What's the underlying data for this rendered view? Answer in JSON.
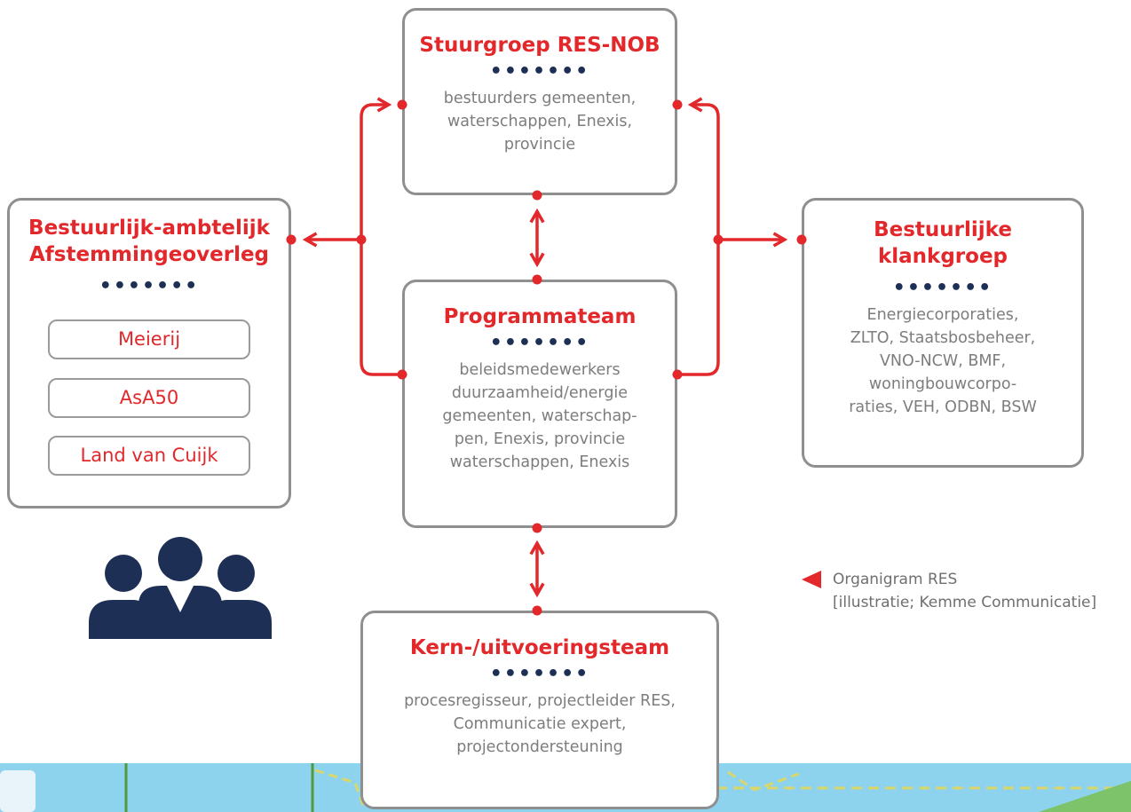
{
  "colors": {
    "accent": "#e2282b",
    "navy": "#1e2f56",
    "border": "#8f8f8f",
    "text": "#7d7d7d"
  },
  "stuurgroep": {
    "title": "Stuurgroep RES-NOB",
    "dots": "•••••••",
    "lines": [
      "bestuurders gemeenten,",
      "waterschappen, Enexis,",
      "provincie"
    ]
  },
  "afstemming": {
    "title_lines": [
      "Bestuurlijk-ambtelijk",
      "Afstemmingeoverleg"
    ],
    "dots": "•••••••",
    "items": [
      "Meierij",
      "AsA50",
      "Land van Cuijk"
    ]
  },
  "programmateam": {
    "title": "Programmateam",
    "dots": "•••••••",
    "lines": [
      "beleidsmedewerkers",
      "duurzaamheid/energie",
      "gemeenten, waterschap-",
      "pen, Enexis, provincie",
      "waterschappen, Enexis"
    ]
  },
  "klankgroep": {
    "title_lines": [
      "Bestuurlijke",
      "klankgroep"
    ],
    "dots": "•••••••",
    "lines": [
      "Energiecorporaties,",
      "ZLTO, Staatsbosbeheer,",
      "VNO-NCW, BMF,",
      "woningbouwcorpo-",
      "raties, VEH, ODBN, BSW"
    ]
  },
  "kernteam": {
    "title": "Kern-/uitvoeringsteam",
    "dots": "•••••••",
    "lines": [
      "procesregisseur, projectleider RES,",
      "Communicatie expert,",
      "projectondersteuning"
    ]
  },
  "people_icon": "group-of-people-icon",
  "caption": {
    "icon": "triangle-left-icon",
    "lines": [
      "Organigram RES",
      "[illustratie; Kemme Communicatie]"
    ]
  }
}
